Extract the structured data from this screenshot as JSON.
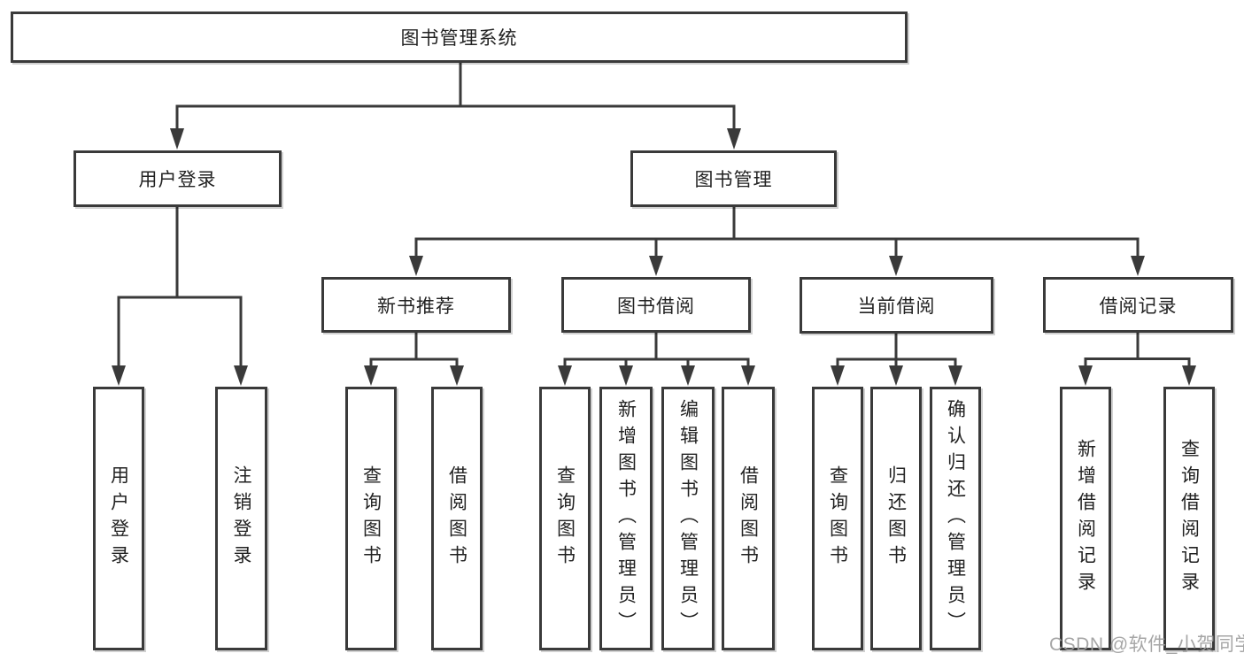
{
  "tree": {
    "label": "图书管理系统",
    "children": [
      {
        "label": "用户登录",
        "children": [
          {
            "label": "用户登录"
          },
          {
            "label": "注销登录"
          }
        ]
      },
      {
        "label": "图书管理",
        "children": [
          {
            "label": "新书推荐",
            "children": [
              {
                "label": "查询图书"
              },
              {
                "label": "借阅图书"
              }
            ]
          },
          {
            "label": "图书借阅",
            "children": [
              {
                "label": "查询图书"
              },
              {
                "label": "新增图书（管理员）"
              },
              {
                "label": "编辑图书（管理员）"
              },
              {
                "label": "借阅图书"
              }
            ]
          },
          {
            "label": "当前借阅",
            "children": [
              {
                "label": "查询图书"
              },
              {
                "label": "归还图书"
              },
              {
                "label": "确认归还（管理员）"
              }
            ]
          },
          {
            "label": "借阅记录",
            "children": [
              {
                "label": "新增借阅记录"
              },
              {
                "label": "查询借阅记录"
              }
            ]
          }
        ]
      }
    ]
  },
  "watermark": {
    "text": "CSDN @软件_小贺同学",
    "color": "#9e9e9e"
  },
  "colors": {
    "line": "#3a3a3a",
    "box_border": "#3a3a3a",
    "box_fill": "#ffffff",
    "text": "#222222",
    "background": "#ffffff"
  }
}
